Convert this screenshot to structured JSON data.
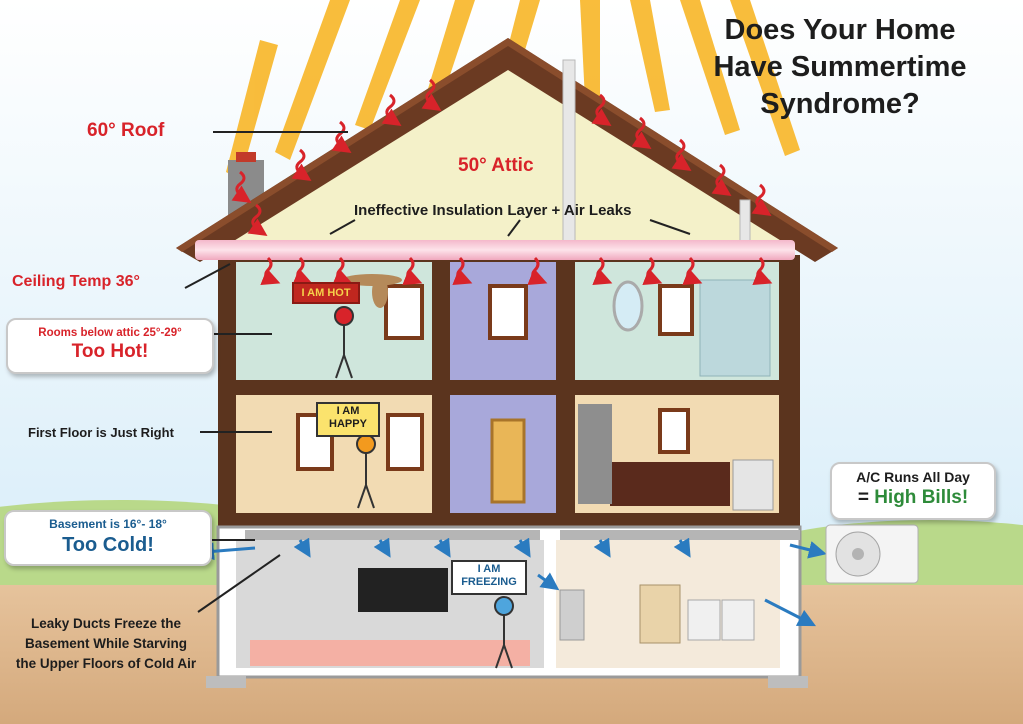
{
  "title": {
    "line1": "Does Your Home",
    "line2": "Have Summertime",
    "line3": "Syndrome?"
  },
  "labels": {
    "roof": "60° Roof",
    "attic": "50° Attic",
    "insulation": "Ineffective Insulation Layer + Air Leaks",
    "ceiling": "Ceiling Temp 36°",
    "rooms_below_line1": "Rooms below attic 25°-29°",
    "rooms_below_line2": "Too Hot!",
    "first_floor": "First Floor is Just Right",
    "basement_line1": "Basement is 16°- 18°",
    "basement_line2": "Too Cold!",
    "ducts_line1": "Leaky Ducts Freeze the",
    "ducts_line2": "Basement While Starving",
    "ducts_line3": "the Upper Floors of Cold Air",
    "ac_line1": "A/C Runs All Day",
    "ac_eq": "= ",
    "ac_line2": "High Bills!"
  },
  "signs": {
    "hot": "I AM HOT",
    "happy_line1": "I AM",
    "happy_line2": "HAPPY",
    "freezing_line1": "I AM",
    "freezing_line2": "FREEZING"
  },
  "colors": {
    "sky": "#dff1fb",
    "sun_rays": "#f8b21b",
    "roof": "#6b3a22",
    "heat_arrows": "#d8232a",
    "cold_arrows": "#2a7bc0",
    "hot_text": "#d8232a",
    "cool_text": "#1a5c8f",
    "bills_text": "#2e8b3a",
    "ground": "#d9b38a"
  }
}
